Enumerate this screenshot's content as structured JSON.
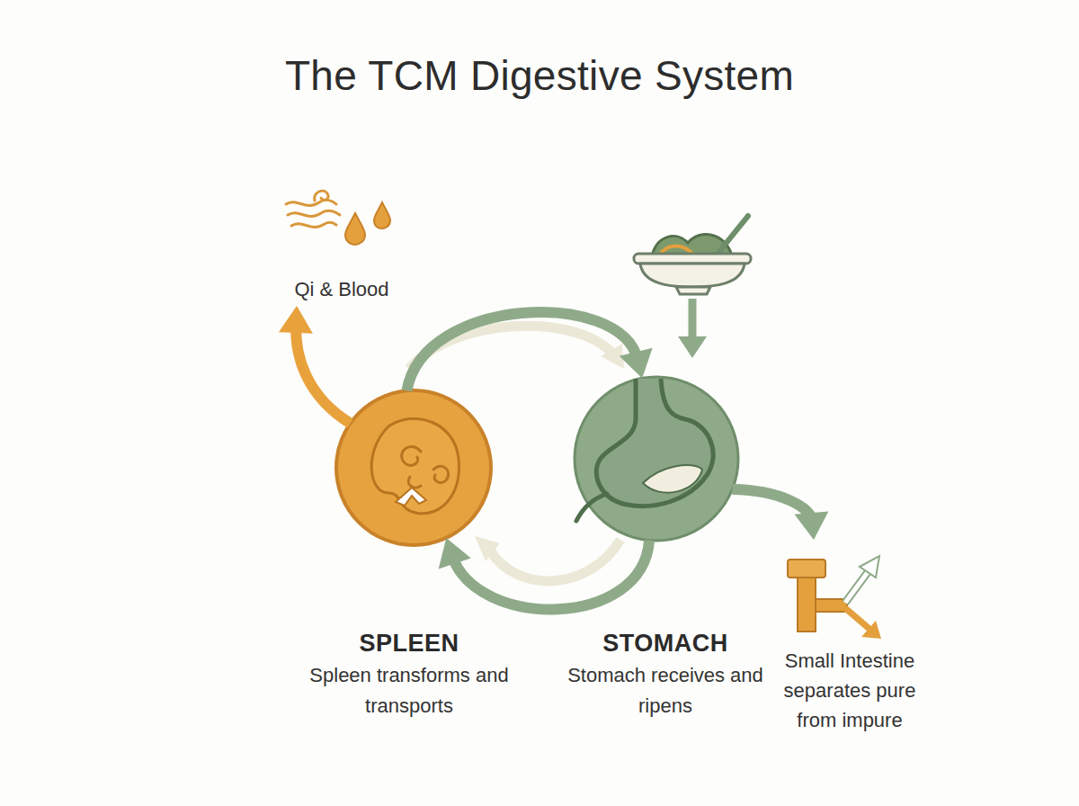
{
  "diagram": {
    "title": "The TCM Digestive System",
    "nodes": [
      {
        "text": [
          "Qi & Blood"
        ]
      },
      {
        "text": [
          "SPLEEN",
          "Spleen transforms and transports"
        ]
      },
      {
        "text": [
          "STOMACH",
          "Stomach receives and ripens"
        ]
      },
      {
        "text": [
          "Small Intestine separates pure from impure"
        ]
      }
    ],
    "edges": [
      {
        "from": 1,
        "to": 0,
        "arrow": "to"
      },
      {
        "from": 1,
        "to": 2,
        "arrow": "to"
      },
      {
        "from": 2,
        "to": 1,
        "arrow": "to"
      },
      {
        "from": 2,
        "to": 3,
        "arrow": "to"
      }
    ]
  }
}
